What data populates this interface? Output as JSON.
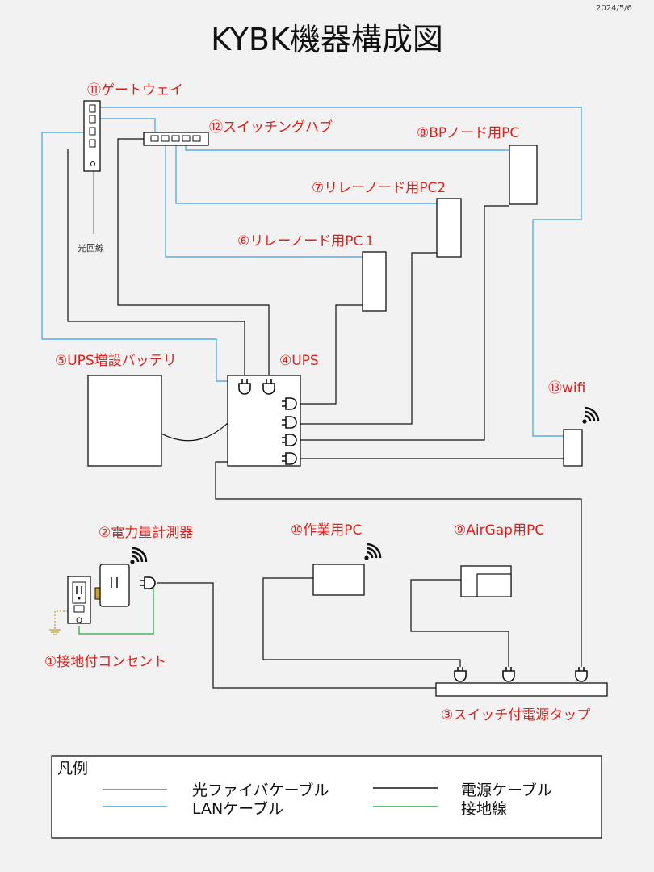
{
  "header": {
    "title": "KYBK機器構成図",
    "date": "2024/5/6"
  },
  "devices": {
    "outlet": "①接地付コンセント",
    "power_meter": "②電力量計測器",
    "power_strip": "③スイッチ付電源タップ",
    "ups": "④UPS",
    "ups_battery": "⑤UPS増設バッテリ",
    "relay_pc1": "⑥リレーノード用PC１",
    "relay_pc2": "⑦リレーノード用PC2",
    "bp_pc": "⑧BPノード用PC",
    "airgap_pc": "⑨AirGap用PC",
    "work_pc": "⑩作業用PC",
    "gateway": "⑪ゲートウェイ",
    "switching_hub": "⑫スイッチングハブ",
    "wifi": "⑬wifi"
  },
  "fiber_label": "光回線",
  "legend": {
    "title": "凡例",
    "fiber": "光ファイバケーブル",
    "lan": "LANケーブル",
    "power": "電源ケーブル",
    "ground": "接地線",
    "colors": {
      "fiber": "#888888",
      "lan": "#5aaede",
      "power": "#111111",
      "ground": "#2da84a",
      "label": "#e0201b"
    }
  }
}
